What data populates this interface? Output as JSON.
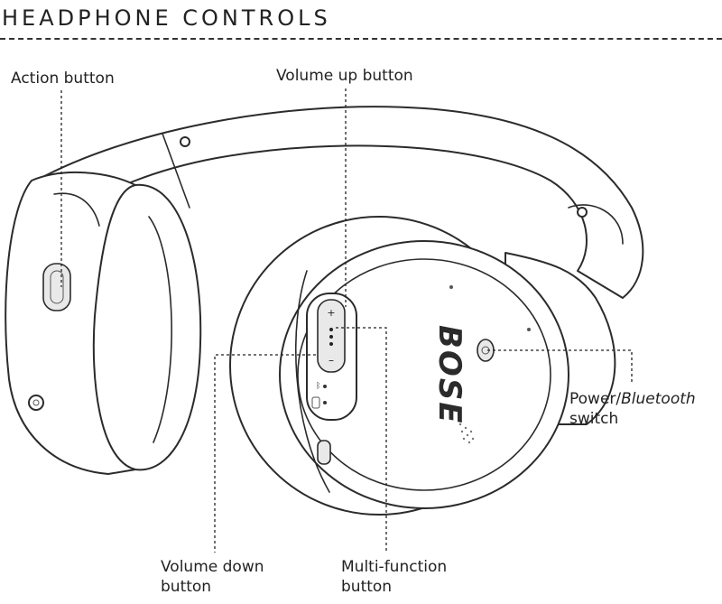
{
  "title": "HEADPHONE CONTROLS",
  "callouts": {
    "action": "Action button",
    "volume_up": "Volume up button",
    "power_prefix": "Power/",
    "power_italic": "Bluetooth",
    "power_suffix": "switch",
    "volume_down_1": "Volume down",
    "volume_down_2": "button",
    "multifunction_1": "Multi-function",
    "multifunction_2": "button"
  },
  "logo": {
    "brand": "BOSE"
  },
  "icons": [
    "plus-icon",
    "minus-icon",
    "bluetooth-icon",
    "power-icon"
  ]
}
